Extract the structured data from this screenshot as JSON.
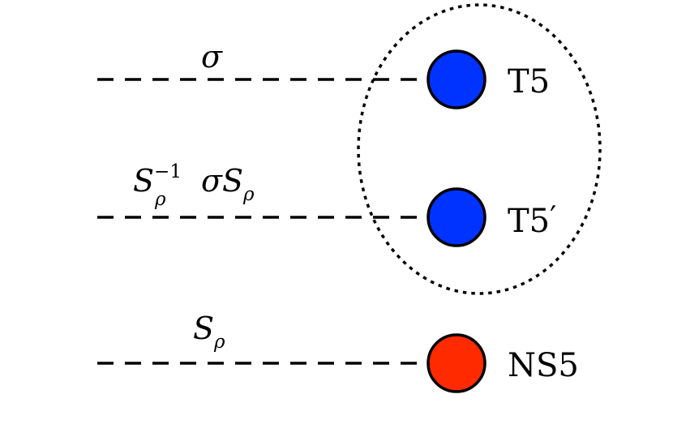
{
  "diagram": {
    "lines": [
      {
        "id": "top",
        "label_base": "σ",
        "label_sub": "",
        "label_sup": "",
        "label_rest": "",
        "brane": {
          "label": "T5",
          "prime": "",
          "color": "#0033ff"
        }
      },
      {
        "id": "middle",
        "label_base": "S",
        "label_sub": "ρ",
        "label_sup": "−1",
        "label_rest_sigma": "σ",
        "label_rest_S": "S",
        "label_rest_sub": "ρ",
        "brane": {
          "label": "T5",
          "prime": "′",
          "color": "#0033ff"
        }
      },
      {
        "id": "bottom",
        "label_base": "S",
        "label_sub": "ρ",
        "label_sup": "",
        "label_rest": "",
        "brane": {
          "label": "NS5",
          "prime": "",
          "color": "#ff2a00"
        }
      }
    ],
    "grouping": {
      "style": "dotted ellipse",
      "encloses": [
        "T5",
        "T5′"
      ]
    }
  }
}
